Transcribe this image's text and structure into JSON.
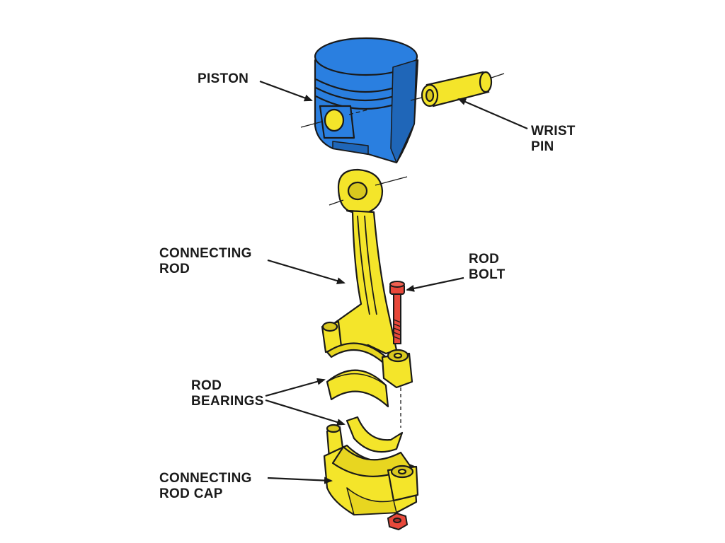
{
  "labels": {
    "piston": "PISTON",
    "wrist_pin": [
      "WRIST",
      "PIN"
    ],
    "connecting_rod": [
      "CONNECTING",
      "ROD"
    ],
    "rod_bolt": [
      "ROD",
      "BOLT"
    ],
    "rod_bearings": [
      "ROD",
      "BEARINGS"
    ],
    "connecting_rod_cap": [
      "CONNECTING",
      "ROD CAP"
    ]
  },
  "colors": {
    "piston": "#2a7fe0",
    "yellow_parts": "#f4e52a",
    "bolt": "#e8483a",
    "outline": "#1a1a1a"
  }
}
